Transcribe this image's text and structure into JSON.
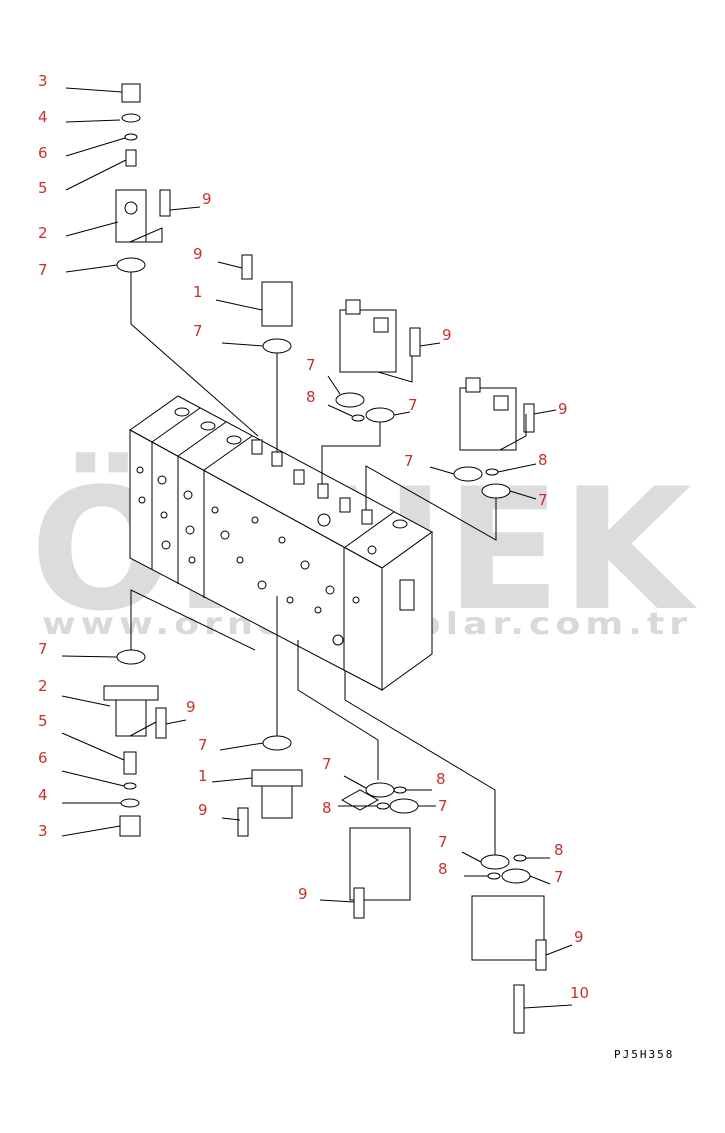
{
  "watermark": {
    "brand": "ÖRNEK",
    "url": "www.ornekkitaplar.com.tr",
    "accent_color": "#f2c431",
    "text_color": "#dcdcdc"
  },
  "label_color": "#c8302c",
  "drawing_code": "PJ5H358",
  "callouts": {
    "c01": "3",
    "c02": "4",
    "c03": "6",
    "c04": "5",
    "c05": "2",
    "c06": "9",
    "c07": "7",
    "c08": "9",
    "c09": "1",
    "c10": "7",
    "c11": "9",
    "c12": "7",
    "c13": "8",
    "c14": "7",
    "c15": "9",
    "c16": "7",
    "c17": "8",
    "c18": "7",
    "c19": "7",
    "c20": "2",
    "c21": "9",
    "c22": "5",
    "c23": "6",
    "c24": "4",
    "c25": "3",
    "c26": "7",
    "c27": "1",
    "c28": "9",
    "c29": "7",
    "c30": "8",
    "c31": "8",
    "c32": "7",
    "c33": "9",
    "c34": "7",
    "c35": "8",
    "c36": "8",
    "c37": "7",
    "c38": "9",
    "c39": "10"
  }
}
